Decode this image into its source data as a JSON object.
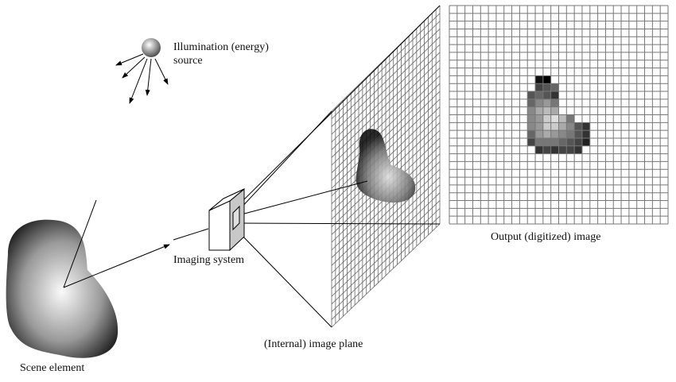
{
  "labels": {
    "illumination_line1": "Illumination (energy)",
    "illumination_line2": "source",
    "imaging_system": "Imaging system",
    "image_plane": "(Internal) image plane",
    "output_image": "Output (digitized) image",
    "scene_element": "Scene element"
  },
  "output_grid": {
    "cells": 28,
    "pixels": [
      [
        9,
        11,
        "#111111"
      ],
      [
        9,
        12,
        "#000000"
      ],
      [
        10,
        11,
        "#444444"
      ],
      [
        10,
        12,
        "#555555"
      ],
      [
        10,
        13,
        "#666666"
      ],
      [
        11,
        10,
        "#555555"
      ],
      [
        11,
        11,
        "#666666"
      ],
      [
        11,
        12,
        "#555555"
      ],
      [
        11,
        13,
        "#333333"
      ],
      [
        12,
        10,
        "#666666"
      ],
      [
        12,
        11,
        "#888888"
      ],
      [
        12,
        12,
        "#999999"
      ],
      [
        12,
        13,
        "#777777"
      ],
      [
        13,
        10,
        "#888888"
      ],
      [
        13,
        11,
        "#aaaaaa"
      ],
      [
        13,
        12,
        "#bbbbbb"
      ],
      [
        13,
        13,
        "#aaaaaa"
      ],
      [
        14,
        10,
        "#888888"
      ],
      [
        14,
        11,
        "#999999"
      ],
      [
        14,
        12,
        "#cccccc"
      ],
      [
        14,
        13,
        "#dddddd"
      ],
      [
        14,
        14,
        "#bbbbbb"
      ],
      [
        14,
        15,
        "#777777"
      ],
      [
        15,
        10,
        "#888888"
      ],
      [
        15,
        11,
        "#999999"
      ],
      [
        15,
        12,
        "#cccccc"
      ],
      [
        15,
        13,
        "#cccccc"
      ],
      [
        15,
        14,
        "#aaaaaa"
      ],
      [
        15,
        15,
        "#888888"
      ],
      [
        15,
        16,
        "#555555"
      ],
      [
        15,
        17,
        "#333333"
      ],
      [
        16,
        10,
        "#666666"
      ],
      [
        16,
        11,
        "#999999"
      ],
      [
        16,
        12,
        "#aaaaaa"
      ],
      [
        16,
        13,
        "#999999"
      ],
      [
        16,
        14,
        "#888888"
      ],
      [
        16,
        15,
        "#777777"
      ],
      [
        16,
        16,
        "#555555"
      ],
      [
        16,
        17,
        "#333333"
      ],
      [
        17,
        10,
        "#444444"
      ],
      [
        17,
        11,
        "#777777"
      ],
      [
        17,
        12,
        "#777777"
      ],
      [
        17,
        13,
        "#777777"
      ],
      [
        17,
        14,
        "#666666"
      ],
      [
        17,
        15,
        "#555555"
      ],
      [
        17,
        16,
        "#444444"
      ],
      [
        17,
        17,
        "#222222"
      ],
      [
        18,
        11,
        "#333333"
      ],
      [
        18,
        12,
        "#444444"
      ],
      [
        18,
        13,
        "#333333"
      ],
      [
        18,
        14,
        "#444444"
      ],
      [
        18,
        15,
        "#444444"
      ],
      [
        18,
        16,
        "#333333"
      ]
    ]
  },
  "image_plane_grid": {
    "cells": 28
  }
}
